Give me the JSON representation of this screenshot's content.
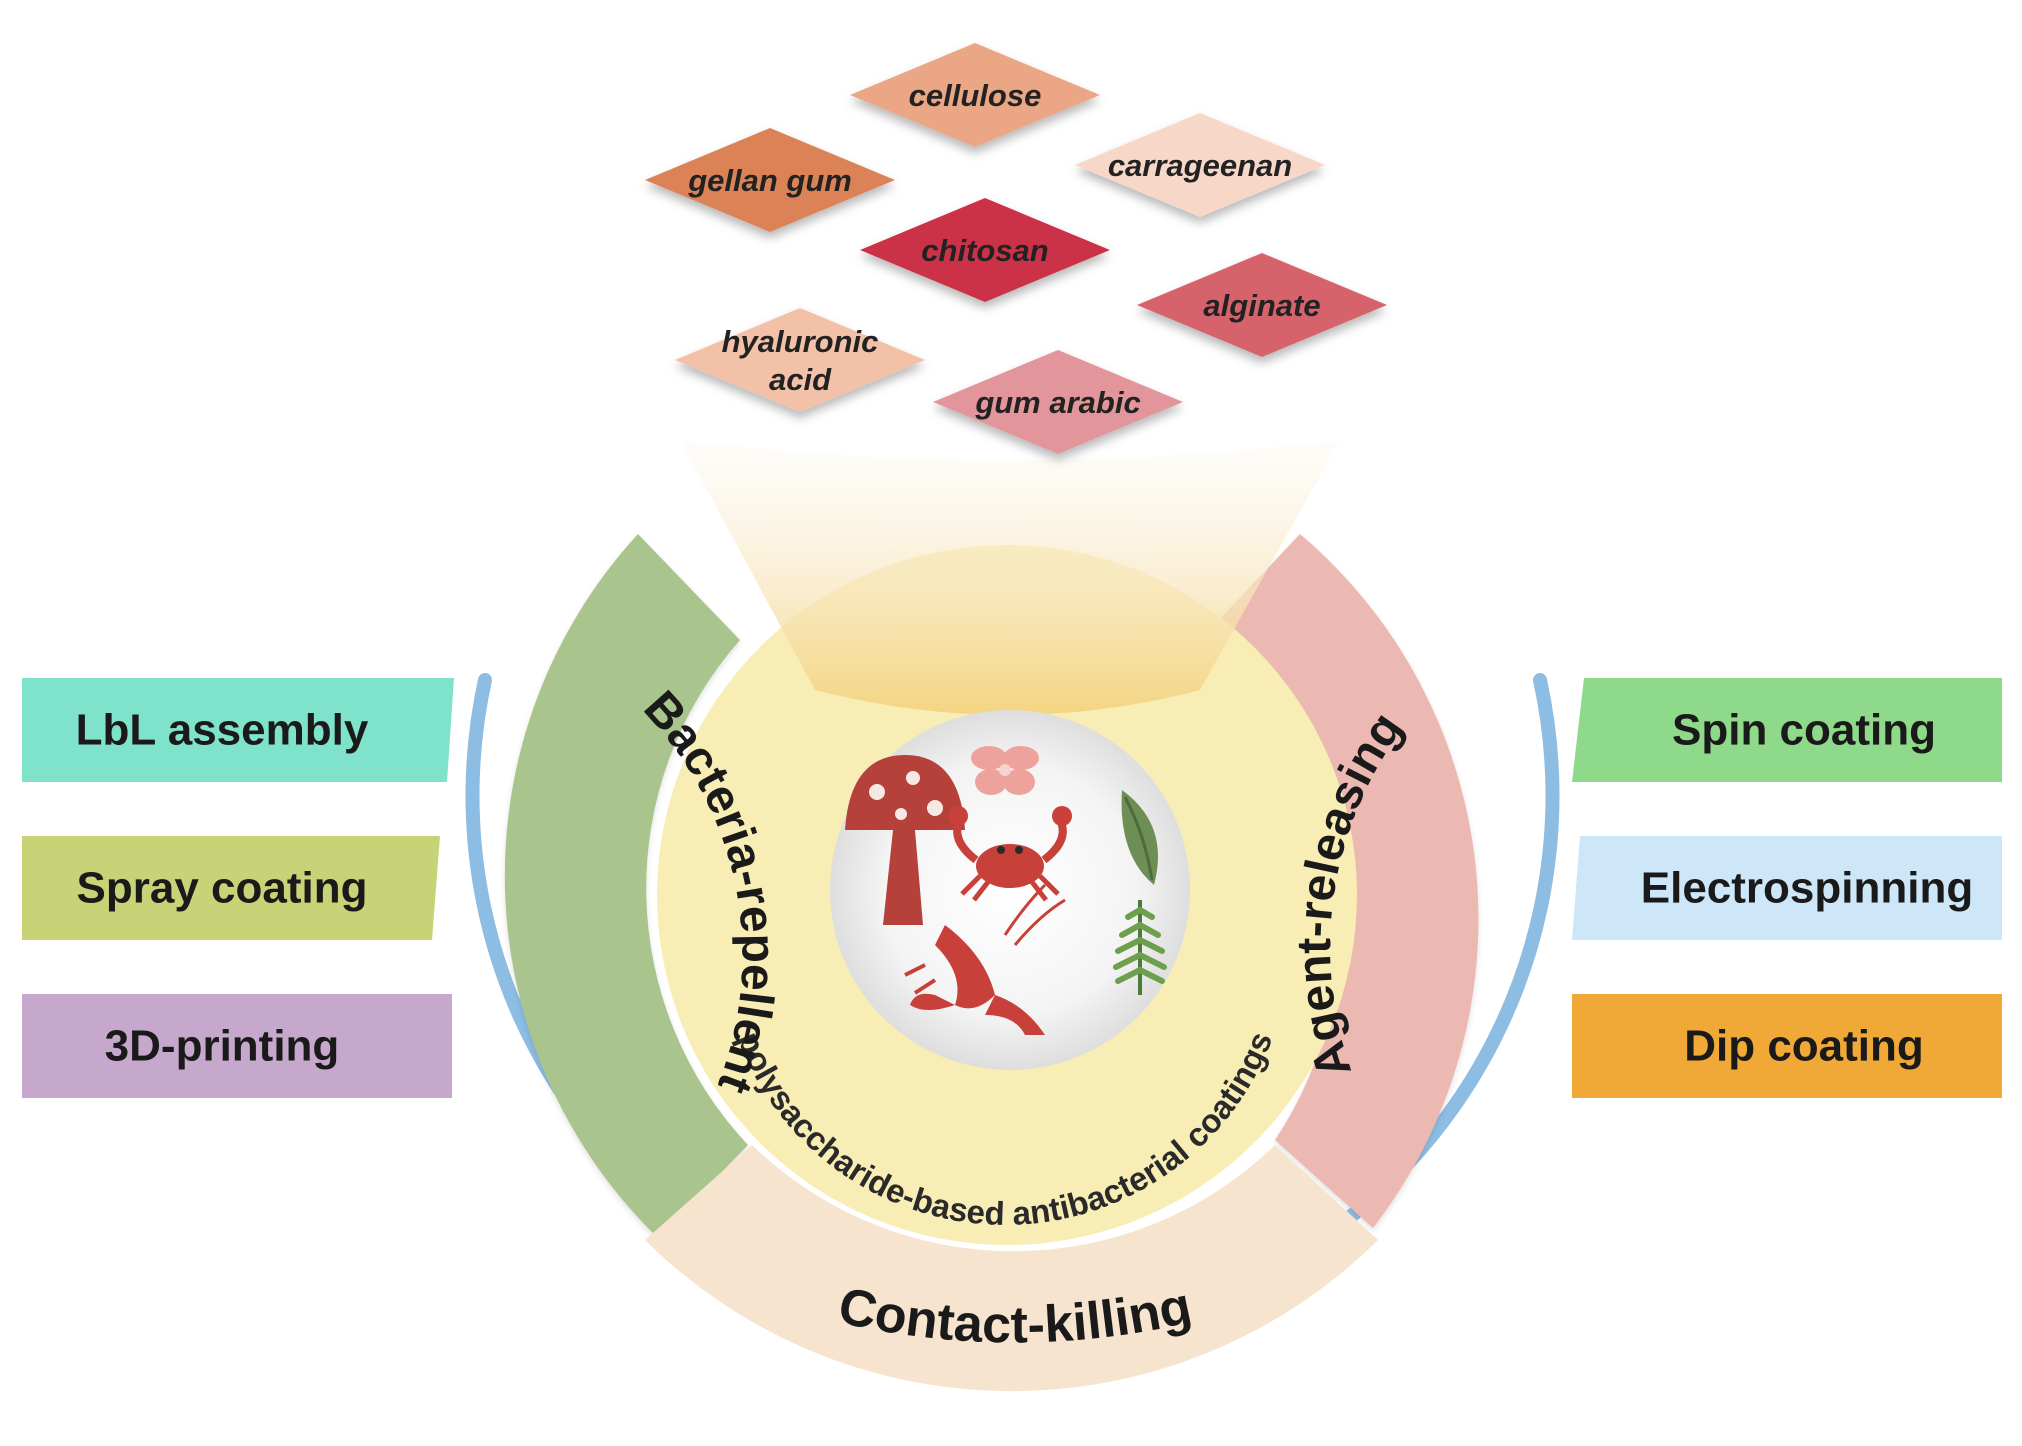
{
  "polysaccharides": [
    {
      "lines": [
        "cellulose"
      ],
      "color": "#EBA685"
    },
    {
      "lines": [
        "gellan gum"
      ],
      "color": "#DB8357"
    },
    {
      "lines": [
        "carrageenan"
      ],
      "color": "#F7D8C8"
    },
    {
      "lines": [
        "chitosan"
      ],
      "color": "#CC3346"
    },
    {
      "lines": [
        "alginate"
      ],
      "color": "#D6636C"
    },
    {
      "lines": [
        "hyaluronic",
        "acid"
      ],
      "color": "#F3C1A8"
    },
    {
      "lines": [
        "gum arabic"
      ],
      "color": "#E2959B"
    }
  ],
  "mechanisms": {
    "left": {
      "label": "Bacteria-repellent",
      "color": "#A9C48C"
    },
    "right": {
      "label": "Agent-releasing",
      "color": "#EBB8B2"
    },
    "bottom": {
      "label": "Contact-killing",
      "color": "#F7E4CE"
    }
  },
  "core": {
    "label": "polysaccharide-based antibacterial coatings",
    "color": "#F8EDB5",
    "sources": [
      "mushroom-icon",
      "flower-icon",
      "crab-icon",
      "leaf-icon",
      "crayfish-icon",
      "fern-icon"
    ]
  },
  "methods_left": [
    {
      "label": "LbL assembly",
      "color": "#7FE3CB"
    },
    {
      "label": "Spray coating",
      "color": "#C8D276"
    },
    {
      "label": "3D-printing",
      "color": "#C6A8CC"
    }
  ],
  "methods_right": [
    {
      "label": "Spin coating",
      "color": "#8FD98A"
    },
    {
      "label": "Electrospinning",
      "color": "#CDE7F9"
    },
    {
      "label": "Dip coating",
      "color": "#F0A836"
    }
  ],
  "ring_color": "#8DBDE3"
}
